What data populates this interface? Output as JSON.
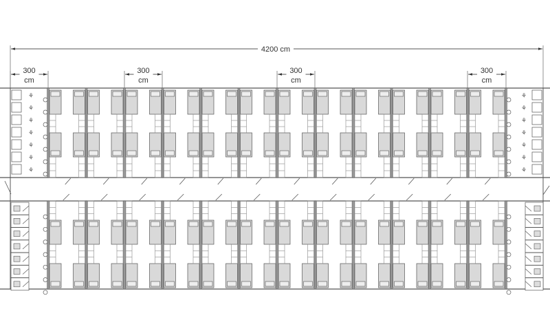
{
  "plan": {
    "overall_dimension": "4200 cm",
    "bay_dimensions": [
      {
        "value": "300",
        "unit": "cm"
      },
      {
        "value": "300",
        "unit": "cm"
      },
      {
        "value": "300",
        "unit": "cm"
      },
      {
        "value": "300",
        "unit": "cm"
      }
    ],
    "bays_per_wing": 12,
    "wings": 2,
    "colors": {
      "line": "#555555",
      "bed_fill": "#d9d9d9",
      "partition": "#777777"
    }
  }
}
